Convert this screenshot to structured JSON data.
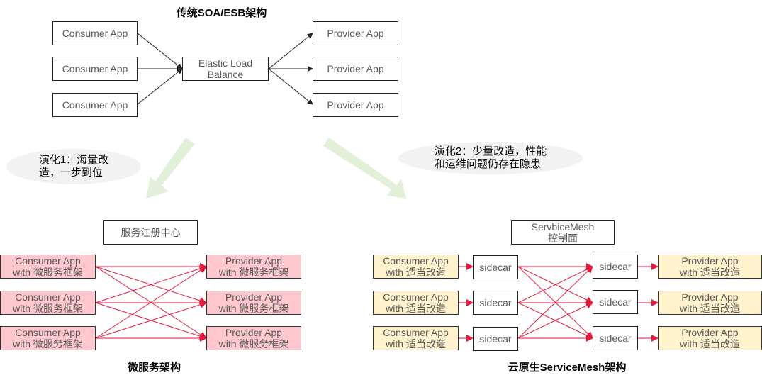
{
  "soa": {
    "title": "传统SOA/ESB架构",
    "consumers": [
      "Consumer App",
      "Consumer App",
      "Consumer App"
    ],
    "balancer": "Elastic Load\nBalance",
    "providers": [
      "Provider App",
      "Provider App",
      "Provider App"
    ]
  },
  "evolution1": {
    "label": "演化1：海量改\n造，一步到位"
  },
  "evolution2": {
    "label": "演化2：少量改造，性能\n和运维问题仍存在隐患"
  },
  "microservice": {
    "title": "微服务架构",
    "registry": "服务注册中心",
    "consumers": [
      "Consumer App\nwith 微服务框架",
      "Consumer App\nwith 微服务框架",
      "Consumer App\nwith 微服务框架"
    ],
    "providers": [
      "Provider App\nwith 微服务框架",
      "Provider App\nwith 微服务框架",
      "Provider App\nwith 微服务框架"
    ]
  },
  "mesh": {
    "title": "云原生ServiceMesh架构",
    "control_plane": "ServbiceMesh\n控制面",
    "consumers": [
      "Consumer App\nwith 适当改造",
      "Consumer App\nwith 适当改造",
      "Consumer App\nwith 适当改造"
    ],
    "consumer_sidecars": [
      "sidecar",
      "sidecar",
      "sidecar"
    ],
    "provider_sidecars": [
      "sidecar",
      "sidecar",
      "sidecar"
    ],
    "providers": [
      "Provider App\nwith 适当改造",
      "Provider App\nwith 适当改造",
      "Provider App\nwith 适当改造"
    ]
  },
  "colors": {
    "line_dark": "#222222",
    "line_red": "#e8193c",
    "pink_fill": "#ffc7ce",
    "yellow_fill": "#fff2cc",
    "arrow_green": "#e2f0d9",
    "ellipse_fill": "#f2f2f2"
  }
}
